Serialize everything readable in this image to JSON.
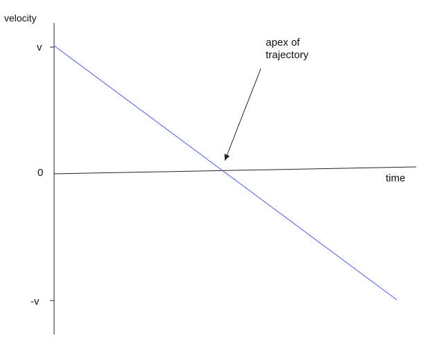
{
  "diagram": {
    "axes": {
      "y_label": "velocity",
      "x_label": "time",
      "ticks": {
        "top": "v",
        "zero": "0",
        "bottom": "-v"
      }
    },
    "annotation": "apex of trajectory",
    "annotation_lines": [
      "apex of",
      "trajectory"
    ],
    "colors": {
      "velocity_line": "#4a5cf0",
      "axes": "#222222",
      "text": "#111111"
    }
  }
}
